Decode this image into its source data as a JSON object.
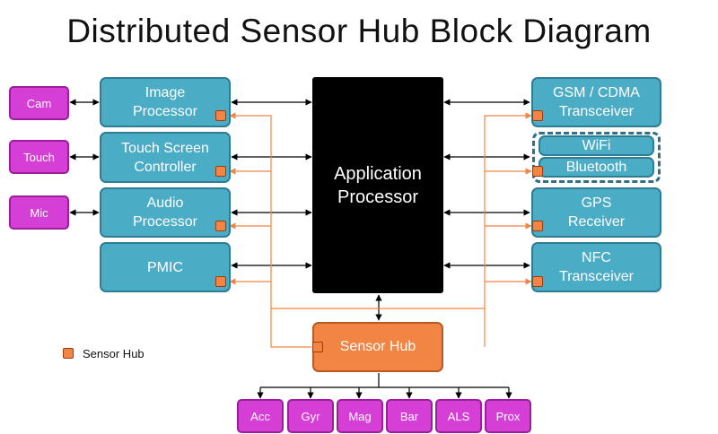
{
  "title": "Distributed Sensor Hub Block Diagram",
  "application_processor": "Application\nProcessor",
  "sensor_hub": "Sensor Hub",
  "legend": {
    "label": "Sensor Hub"
  },
  "left_blocks": [
    {
      "label": "Image\nProcessor",
      "peripheral": "Cam"
    },
    {
      "label": "Touch Screen\nController",
      "peripheral": "Touch"
    },
    {
      "label": "Audio\nProcessor",
      "peripheral": "Mic"
    },
    {
      "label": "PMIC",
      "peripheral": ""
    }
  ],
  "right_blocks": [
    {
      "label": "GSM / CDMA\nTransceiver"
    },
    {
      "label": "WiFi"
    },
    {
      "label": "Bluetooth"
    },
    {
      "label": "GPS\nReceiver"
    },
    {
      "label": "NFC\nTransceiver"
    }
  ],
  "sensors": [
    "Acc",
    "Gyr",
    "Mag",
    "Bar",
    "ALS",
    "Prox"
  ],
  "colors": {
    "block_fill": "#4bacc6",
    "peripheral_fill": "#d63fd6",
    "sensor_hub_fill": "#f28444",
    "processor_fill": "#000000",
    "data_link": "#000000",
    "hub_link": "#f28444"
  }
}
